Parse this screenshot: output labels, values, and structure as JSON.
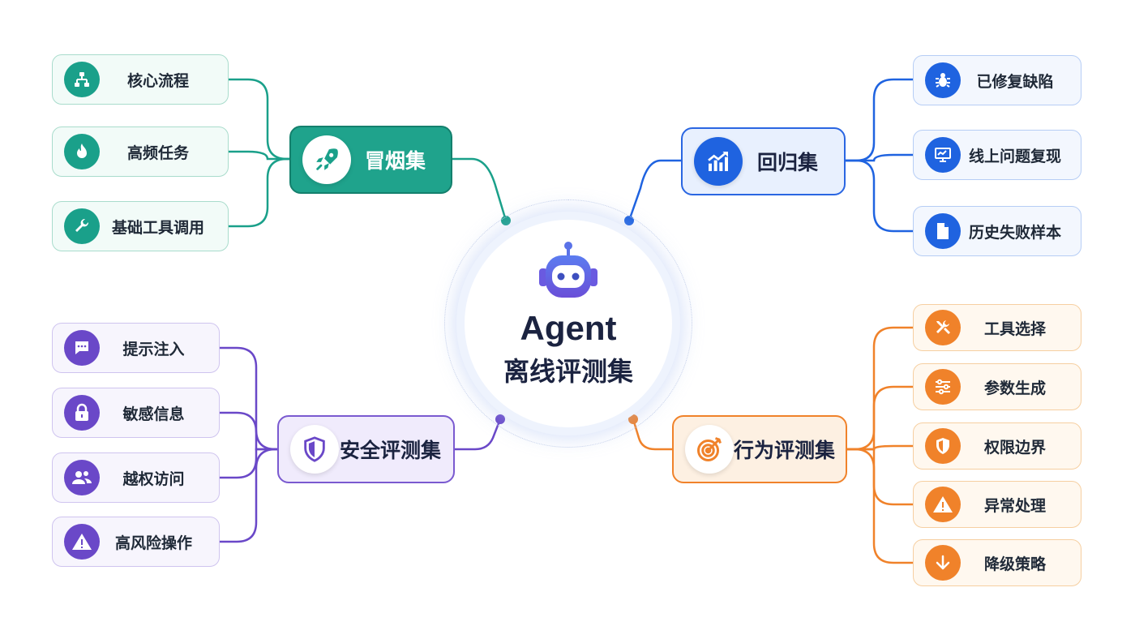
{
  "center": {
    "title": "Agent",
    "subtitle": "离线评测集",
    "icon": "robot-icon"
  },
  "categories": [
    {
      "key": "smoke",
      "label": "冒烟集",
      "icon": "rocket-icon",
      "color": "#1aa08a",
      "text_color": "#ffffff",
      "items": [
        {
          "label": "核心流程",
          "icon": "flowchart-icon"
        },
        {
          "label": "高频任务",
          "icon": "fire-icon"
        },
        {
          "label": "基础工具调用",
          "icon": "wrench-icon"
        }
      ]
    },
    {
      "key": "regression",
      "label": "回归集",
      "icon": "trend-chart-icon",
      "color": "#1f63e0",
      "text_color": "#1b2340",
      "items": [
        {
          "label": "已修复缺陷",
          "icon": "bug-icon"
        },
        {
          "label": "线上问题复现",
          "icon": "monitor-icon"
        },
        {
          "label": "历史失败样本",
          "icon": "document-icon"
        }
      ]
    },
    {
      "key": "security",
      "label": "安全评测集",
      "icon": "shield-icon",
      "color": "#6a48c8",
      "text_color": "#1b2340",
      "items": [
        {
          "label": "提示注入",
          "icon": "chat-bubble-icon"
        },
        {
          "label": "敏感信息",
          "icon": "lock-icon"
        },
        {
          "label": "越权访问",
          "icon": "users-icon"
        },
        {
          "label": "高风险操作",
          "icon": "warning-icon"
        }
      ]
    },
    {
      "key": "behavior",
      "label": "行为评测集",
      "icon": "target-icon",
      "color": "#f0822a",
      "text_color": "#1b2340",
      "items": [
        {
          "label": "工具选择",
          "icon": "tools-icon"
        },
        {
          "label": "参数生成",
          "icon": "sliders-icon"
        },
        {
          "label": "权限边界",
          "icon": "shield-check-icon"
        },
        {
          "label": "异常处理",
          "icon": "warning-icon"
        },
        {
          "label": "降级策略",
          "icon": "arrow-down-icon"
        }
      ]
    }
  ]
}
